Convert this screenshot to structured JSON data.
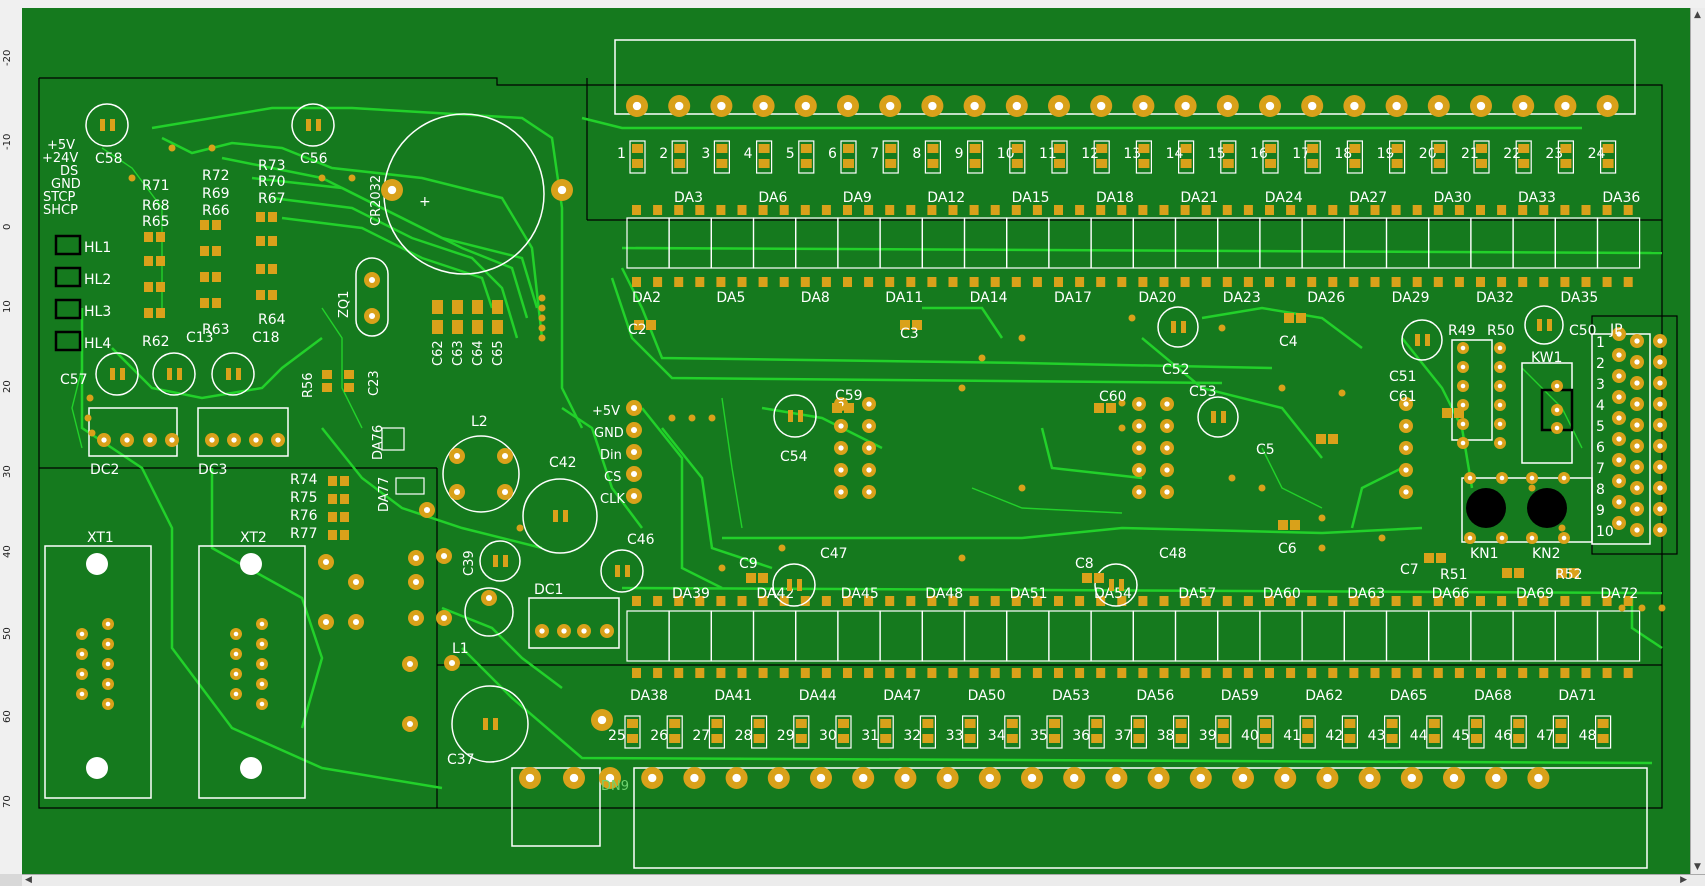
{
  "colors": {
    "board": "#157a1e",
    "copper": "#22d12a",
    "pad": "#d9a11a",
    "silk": "#ffffff",
    "outline": "#000000"
  },
  "rulers": {
    "left_ticks": [
      "-20",
      "-10",
      "0",
      "10",
      "20",
      "30",
      "40",
      "50",
      "60",
      "70"
    ]
  },
  "power_labels": [
    "+5V",
    "+24V",
    "DS",
    "GND",
    "STCP",
    "SHCP"
  ],
  "left_leds": [
    "HL1",
    "HL2",
    "HL3",
    "HL4"
  ],
  "resistors_left": {
    "r71": "R71",
    "r68": "R68",
    "r65": "R65",
    "r62": "R62",
    "r72": "R72",
    "r69": "R69",
    "r66": "R66",
    "r63": "R63",
    "r73": "R73",
    "r70": "R70",
    "r67": "R67",
    "r64": "R64",
    "r56": "R56",
    "r74": "R74",
    "r75": "R75",
    "r76": "R76",
    "r77": "R77"
  },
  "caps": {
    "c58": "C58",
    "c56": "C56",
    "c57": "C57",
    "c13": "C13",
    "c18": "C18",
    "c23": "C23",
    "c62": "C62",
    "c63": "C63",
    "c64": "C64",
    "c65": "C65",
    "c42": "C42",
    "c39": "C39",
    "c46": "C46",
    "c37": "C37",
    "c2": "C2",
    "c3": "C3",
    "c4": "C4",
    "c5": "C5",
    "c6": "C6",
    "c7": "C7",
    "c8": "C8",
    "c9": "C9",
    "c47": "C47",
    "c48": "C48",
    "c51": "C51",
    "c52": "C52",
    "c53": "C53",
    "c54": "C54",
    "c59": "C59",
    "c60": "C60",
    "c61": "C61",
    "c50": "C50"
  },
  "modules": {
    "dc1": "DC1",
    "dc2": "DC2",
    "dc3": "DC3",
    "xt1": "XT1",
    "xt2": "XT2",
    "l1": "L1",
    "l2": "L2",
    "zq1": "ZQ1",
    "cr2032": "CR2032",
    "da76": "DA76",
    "da77": "DA77",
    "r49": "R49",
    "r50": "R50",
    "r51": "R51",
    "r52": "R52",
    "kw1": "KW1",
    "kn1": "KN1",
    "kn2": "KN2",
    "jp": "JP",
    "dn9": "DN9"
  },
  "spi_labels": [
    "+5V",
    "GND",
    "Din",
    "CS",
    "CLK"
  ],
  "top_numbers": [
    "1",
    "2",
    "3",
    "4",
    "5",
    "6",
    "7",
    "8",
    "9",
    "10",
    "11",
    "12",
    "13",
    "14",
    "15",
    "16",
    "17",
    "18",
    "19",
    "20",
    "21",
    "22",
    "23",
    "24"
  ],
  "bottom_numbers": [
    "25",
    "26",
    "27",
    "28",
    "29",
    "30",
    "31",
    "32",
    "33",
    "34",
    "35",
    "36",
    "37",
    "38",
    "39",
    "40",
    "41",
    "42",
    "43",
    "44",
    "45",
    "46",
    "47",
    "48"
  ],
  "da_row1": [
    "DA3",
    "DA6",
    "DA9",
    "DA12",
    "DA15",
    "DA18",
    "DA21",
    "DA24",
    "DA27",
    "DA30",
    "DA33",
    "DA36"
  ],
  "da_row2": [
    "DA2",
    "DA5",
    "DA8",
    "DA11",
    "DA14",
    "DA17",
    "DA20",
    "DA23",
    "DA26",
    "DA29",
    "DA32",
    "DA35"
  ],
  "da_row3": [
    "DA39",
    "DA42",
    "DA45",
    "DA48",
    "DA51",
    "DA54",
    "DA57",
    "DA60",
    "DA63",
    "DA66",
    "DA69",
    "DA72"
  ],
  "da_row4": [
    "DA38",
    "DA41",
    "DA44",
    "DA47",
    "DA50",
    "DA53",
    "DA56",
    "DA59",
    "DA62",
    "DA65",
    "DA68",
    "DA71"
  ],
  "jp_pins": [
    "1",
    "2",
    "3",
    "4",
    "5",
    "6",
    "7",
    "8",
    "9",
    "10"
  ]
}
